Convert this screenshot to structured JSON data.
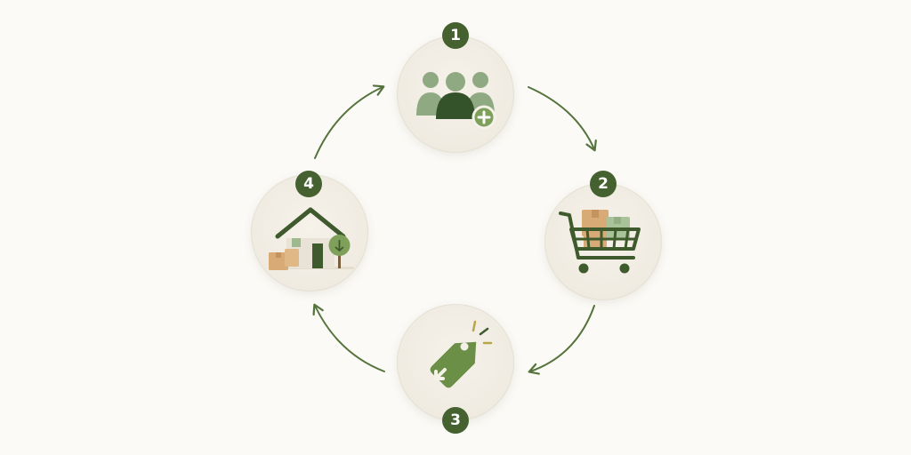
{
  "steps": [
    {
      "number": "1",
      "icon": "add-people-icon"
    },
    {
      "number": "2",
      "icon": "shopping-cart-icon"
    },
    {
      "number": "3",
      "icon": "discount-tag-icon"
    },
    {
      "number": "4",
      "icon": "house-delivery-icon"
    }
  ],
  "colors": {
    "background": "#fbfaf6",
    "accent_dark": "#44612f",
    "accent_light": "#7fa05a",
    "arrow": "#55733c",
    "box": "#d8ab76"
  }
}
